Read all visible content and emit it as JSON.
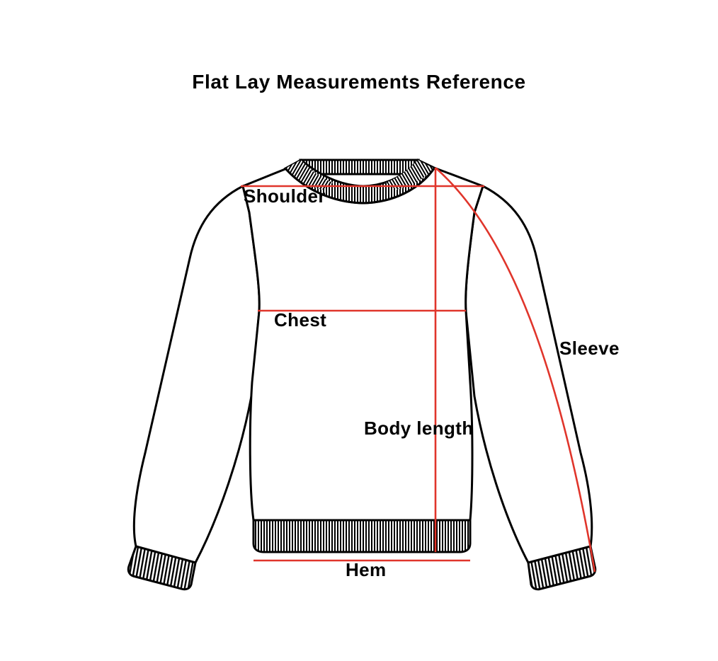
{
  "title": "Flat Lay Measurements Reference",
  "colors": {
    "outline": "#000000",
    "measure_line": "#e0352b",
    "background": "#ffffff"
  },
  "garment": "crewneck sweatshirt (flat lay, front view)",
  "measurements": [
    {
      "id": "shoulder",
      "label": "Shoulder",
      "type": "horizontal line across shoulder seams"
    },
    {
      "id": "chest",
      "label": "Chest",
      "type": "horizontal line across chest below armpits"
    },
    {
      "id": "body_length",
      "label": "Body length",
      "type": "vertical line from neck seam to bottom of hem"
    },
    {
      "id": "sleeve",
      "label": "Sleeve",
      "type": "curved line from neck seam along sleeve to cuff end"
    },
    {
      "id": "hem",
      "label": "Hem",
      "type": "horizontal line below hem band"
    }
  ],
  "labels": {
    "shoulder": "Shoulder",
    "chest": "Chest",
    "body_length": "Body length",
    "sleeve": "Sleeve",
    "hem": "Hem"
  }
}
